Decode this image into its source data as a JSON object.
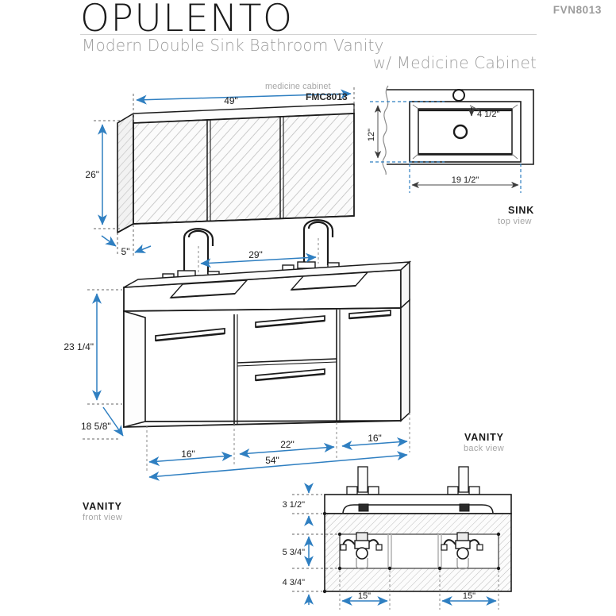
{
  "header": {
    "title": "OPULENTO",
    "sku": "FVN8013",
    "subtitle_line1": "Modern Double Sink Bathroom Vanity",
    "subtitle_line2": "w/ Medicine Cabinet"
  },
  "colors": {
    "dimension_blue": "#2f7fc1",
    "outline_black": "#1b1b1b",
    "hatch_gray": "#b8b8b8",
    "label_gray": "#a6a6a6",
    "rule_gray": "#d2d2d2"
  },
  "medicine_cabinet": {
    "part_label": "medicine cabinet",
    "part_sku": "FMC8013",
    "dim_width": "49\"",
    "dim_height": "26\"",
    "dim_depth": "5\"",
    "door_count": 3
  },
  "sink": {
    "view_title": "SINK",
    "view_subtitle": "top view",
    "dim_width": "19 1/2\"",
    "dim_depth": "12\"",
    "dim_basin_depth": "4 1/2\""
  },
  "vanity_front": {
    "view_title": "VANITY",
    "view_subtitle": "front view",
    "dim_height": "23 1/4\"",
    "dim_lower_height": "18 5/8\"",
    "dim_faucet_spread": "29\"",
    "dim_left_door": "16\"",
    "dim_center_drawers": "22\"",
    "dim_right_door": "16\"",
    "dim_total_width": "54\""
  },
  "vanity_back": {
    "view_title": "VANITY",
    "view_subtitle": "back view",
    "dim_top_band": "3 1/2\"",
    "dim_middle_band": "5 3/4\"",
    "dim_bottom_band": "4 3/4\"",
    "dim_left_span": "15\"",
    "dim_right_span": "15\""
  }
}
